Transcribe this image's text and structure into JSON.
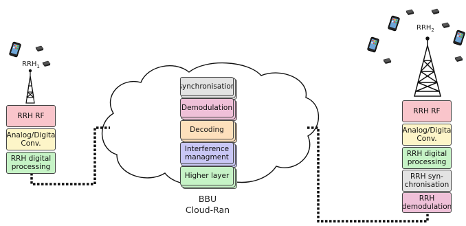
{
  "left_rrh": {
    "label": "RRH",
    "label_sub": "1",
    "blocks": [
      "RRH RF",
      "Analog/Digita\nConv.",
      "RRH digital\nprocessing"
    ]
  },
  "right_rrh": {
    "label": "RRH",
    "label_sub": "2",
    "blocks": [
      "RRH RF",
      "Analog/Digita\nConv.",
      "RRH digital\nprocessing",
      "RRH syn-\nchronisation",
      "RRH\ndemodulation"
    ]
  },
  "bbu": {
    "blocks": [
      "synchronisation",
      "Demodulation",
      "Decoding",
      "Interference\nmanagment",
      "Higher layer"
    ],
    "label": "BBU",
    "sublabel": "Cloud-Ran"
  },
  "colors": {
    "rf": "#f9c5cb",
    "conv": "#fdf5c8",
    "digital": "#c6f3c6",
    "sync": "#e3e3e3",
    "demod": "#efc0d8",
    "decoding": "#fde0bc",
    "interference": "#c9c7f5",
    "higher": "#c6f3c6"
  },
  "icons": [
    "smartphone-icon",
    "tower-icon",
    "cloud-icon"
  ]
}
